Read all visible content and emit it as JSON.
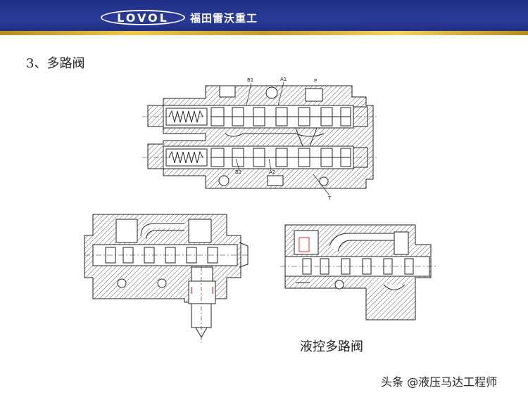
{
  "header": {
    "logo_mark": "LOVOL",
    "company_name": "福田雷沃重工",
    "brand_colors": {
      "bar": "#25368f",
      "stripe": "#e8bd3f"
    }
  },
  "slide": {
    "title": "3、多路阀",
    "caption": "液控多路阀",
    "watermark": "头条 @液压马达工程师"
  },
  "drawing_top": {
    "labels": {
      "b1": "B1",
      "a1": "A1",
      "p": "P",
      "b2": "B2",
      "a2": "A2",
      "t": "T"
    }
  }
}
